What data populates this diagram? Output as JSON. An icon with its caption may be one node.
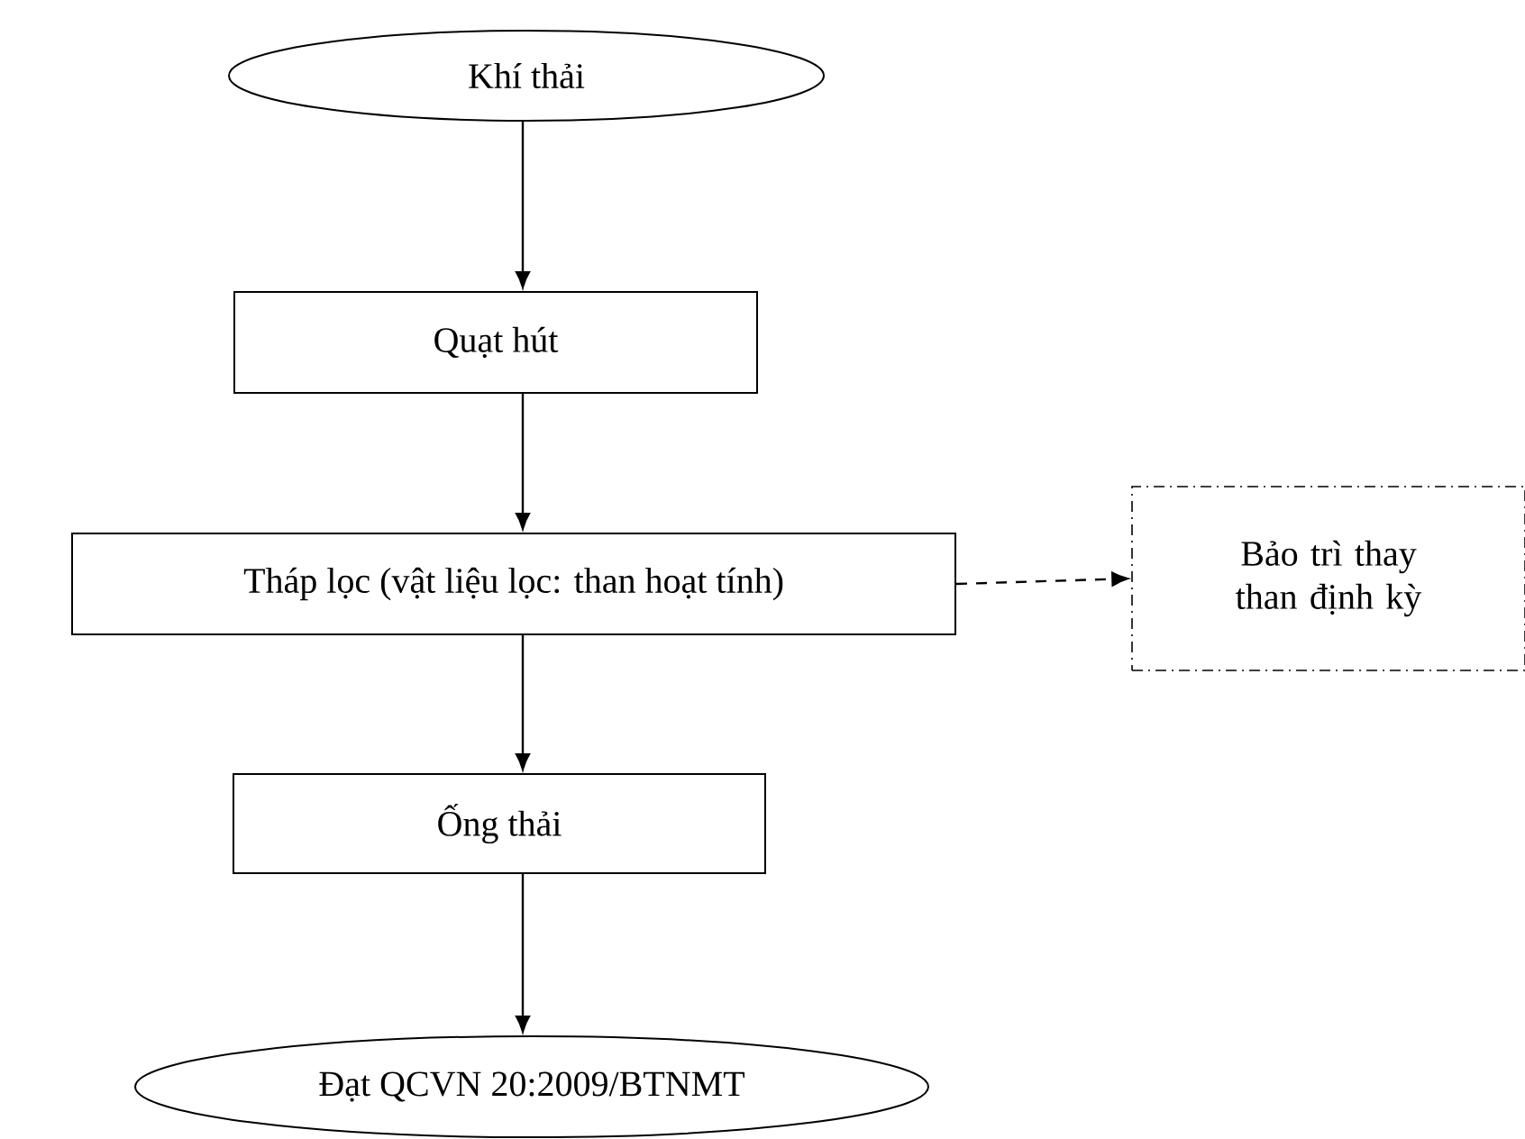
{
  "diagram": {
    "nodes": [
      {
        "text": [
          "Khí thải"
        ]
      },
      {
        "text": [
          "Quạt hút"
        ]
      },
      {
        "text": [
          "Tháp lọc (vật liệu lọc: than hoạt tính)"
        ]
      },
      {
        "text": [
          "Bảo trì thay than định kỳ"
        ]
      },
      {
        "text": [
          "Ống thải"
        ]
      },
      {
        "text": [
          "Đạt QCVN 20:2009/BTNMT"
        ]
      }
    ],
    "edges": [
      {
        "from": 0,
        "to": 1,
        "arrow": "to"
      },
      {
        "from": 1,
        "to": 2,
        "arrow": "to"
      },
      {
        "from": 2,
        "to": 4,
        "arrow": "to"
      },
      {
        "from": 4,
        "to": 5,
        "arrow": "to"
      },
      {
        "from": 2,
        "to": 3,
        "arrow": "to",
        "style": "dashed"
      }
    ]
  }
}
